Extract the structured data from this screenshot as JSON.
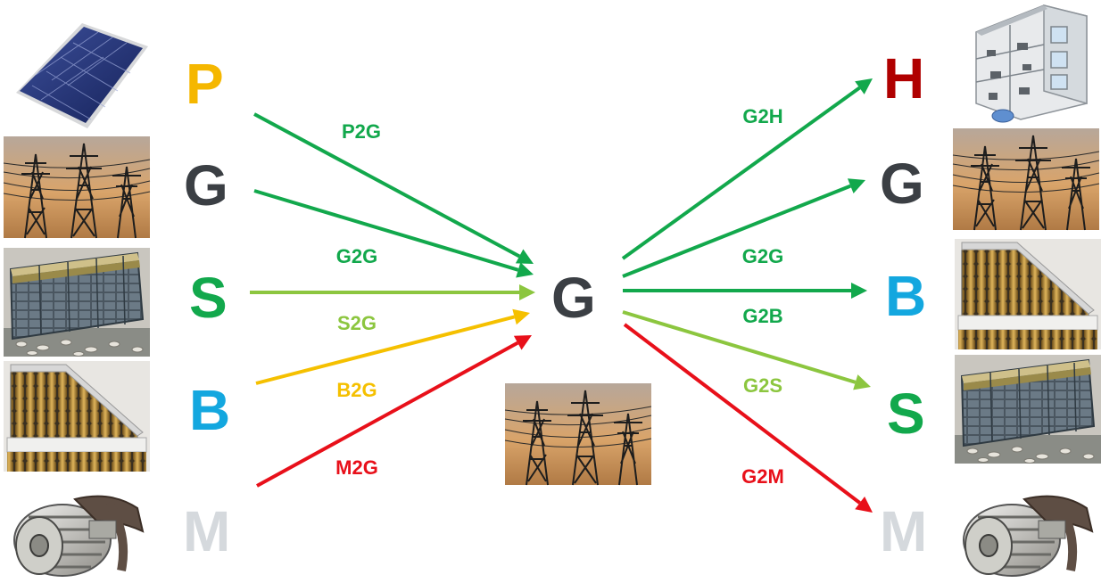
{
  "colors": {
    "gold": "#f5b700",
    "charcoal": "#3b3f44",
    "green": "#12a84c",
    "lightgreen": "#8cc63f",
    "orange": "#f5c000",
    "red": "#e8101a",
    "blue": "#13a7df",
    "gray": "#d5d9dd",
    "darkred": "#b00000"
  },
  "left_nodes": [
    {
      "id": "P",
      "letter": "P",
      "color_key": "gold",
      "image": "solar-panel"
    },
    {
      "id": "G",
      "letter": "G",
      "color_key": "charcoal",
      "image": "transmission-towers"
    },
    {
      "id": "S",
      "letter": "S",
      "color_key": "green",
      "image": "battery-storage"
    },
    {
      "id": "B",
      "letter": "B",
      "color_key": "blue",
      "image": "battery-pack"
    },
    {
      "id": "M",
      "letter": "M",
      "color_key": "gray",
      "image": "electric-motor"
    }
  ],
  "center_node": {
    "letter": "G",
    "color_key": "charcoal",
    "image": "transmission-towers"
  },
  "right_nodes": [
    {
      "id": "H",
      "letter": "H",
      "color_key": "darkred",
      "image": "smart-house"
    },
    {
      "id": "G",
      "letter": "G",
      "color_key": "charcoal",
      "image": "transmission-towers"
    },
    {
      "id": "B",
      "letter": "B",
      "color_key": "blue",
      "image": "battery-pack"
    },
    {
      "id": "S",
      "letter": "S",
      "color_key": "green",
      "image": "battery-storage"
    },
    {
      "id": "M",
      "letter": "M",
      "color_key": "gray",
      "image": "electric-motor"
    }
  ],
  "inbound_flows": [
    {
      "label": "P2G",
      "color_key": "green"
    },
    {
      "label": "G2G",
      "color_key": "green"
    },
    {
      "label": "S2G",
      "color_key": "lightgreen"
    },
    {
      "label": "B2G",
      "color_key": "orange"
    },
    {
      "label": "M2G",
      "color_key": "red"
    }
  ],
  "outbound_flows": [
    {
      "label": "G2H",
      "color_key": "green"
    },
    {
      "label": "G2G",
      "color_key": "green"
    },
    {
      "label": "G2B",
      "color_key": "green"
    },
    {
      "label": "G2S",
      "color_key": "lightgreen"
    },
    {
      "label": "G2M",
      "color_key": "red"
    }
  ]
}
